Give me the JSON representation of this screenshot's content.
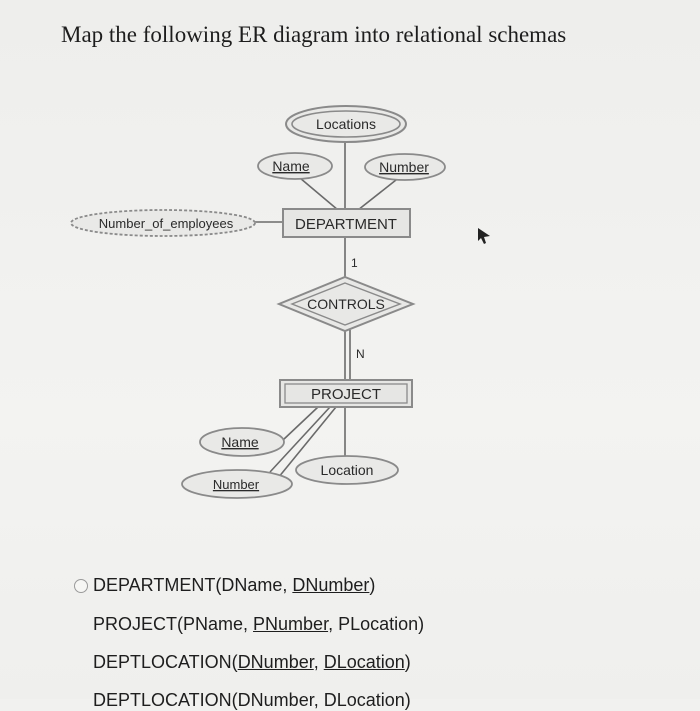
{
  "question": "Map the following ER diagram into relational schemas",
  "er": {
    "entity_department": "DEPARTMENT",
    "entity_project": "PROJECT",
    "relationship": "CONTROLS",
    "card_dept": "1",
    "card_proj": "N",
    "attr_locations": "Locations",
    "attr_dept_name": "Name",
    "attr_dept_number": "Number",
    "attr_num_employees": "Number_of_employees",
    "attr_proj_name": "Name",
    "attr_proj_number": "Number",
    "attr_proj_location": "Location"
  },
  "answer": {
    "l1": {
      "a": "DEPARTMENT(DName, ",
      "b": "DNumber",
      "c": ")"
    },
    "l2": {
      "a": "PROJECT(PName, ",
      "b": "PNumber",
      "c": ", PLocation)"
    },
    "l3": {
      "a": "DEPTLOCATION(",
      "b": "DNumber",
      "c": ", ",
      "d": "DLocation",
      "e": ")"
    },
    "l4": {
      "a": "DEPTLOCATION(DNumber, DLocation)"
    }
  }
}
